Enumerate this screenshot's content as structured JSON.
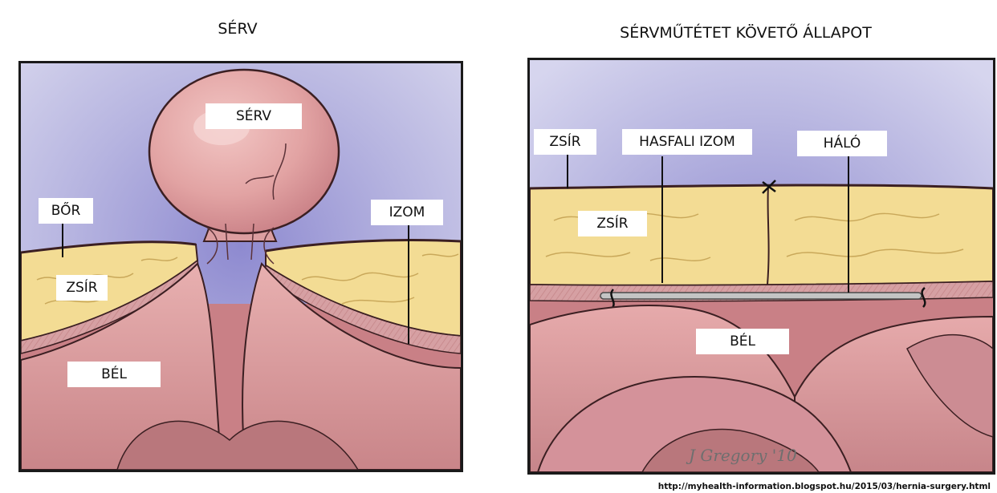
{
  "left_panel": {
    "title": "SÉRV",
    "labels": {
      "hernia": "SÉRV",
      "skin": "BŐR",
      "muscle": "IZOM",
      "fat": "ZSÍR",
      "bowel": "BÉL"
    }
  },
  "right_panel": {
    "title": "SÉRVMŰTÉTET KÖVETŐ ÁLLAPOT",
    "labels": {
      "fat_top": "ZSÍR",
      "abdominal_muscle": "HASFALI IZOM",
      "mesh": "HÁLÓ",
      "fat": "ZSÍR",
      "bowel": "BÉL"
    },
    "signature": "J Gregory '10"
  },
  "credit": "http://myhealth-information.blogspot.hu/2015/03/hernia-surgery.html",
  "colors": {
    "background_sky": "#c8c7e6",
    "fat": "#f3dc94",
    "muscle": "#d9a1a6",
    "bowel": "#dd9c9e",
    "bowel_dark": "#b9777c",
    "outline": "#3b1f22",
    "mesh": "#c4c4c4"
  }
}
